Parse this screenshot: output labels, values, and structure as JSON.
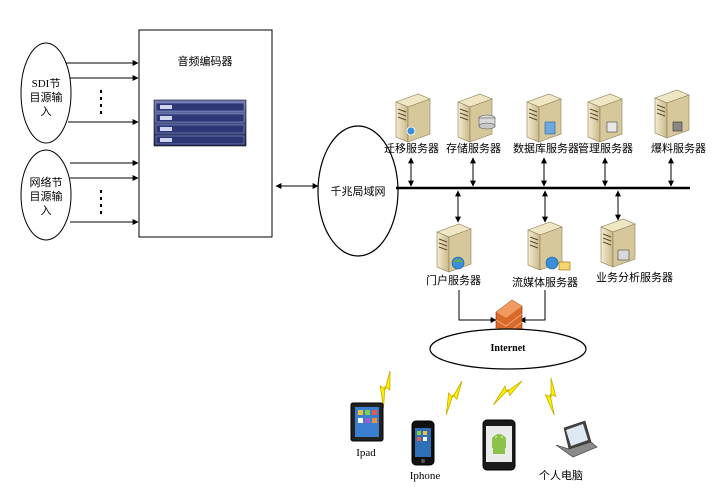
{
  "encoder": {
    "title": "音频编码器"
  },
  "inputs": {
    "sdi": [
      "SDI节",
      "目源输",
      "入"
    ],
    "network": [
      "网络节",
      "目源输",
      "入"
    ]
  },
  "lan": {
    "label": "千兆局域网"
  },
  "servers_top": [
    {
      "id": "migrate",
      "label": "迁移服务器"
    },
    {
      "id": "storage",
      "label": "存储服务器"
    },
    {
      "id": "database",
      "label": "数据库服务器"
    },
    {
      "id": "manage",
      "label": "管理服务器"
    },
    {
      "id": "news",
      "label": "爆料服务器"
    }
  ],
  "servers_bottom": [
    {
      "id": "portal",
      "label": "门户服务器"
    },
    {
      "id": "stream",
      "label": "流媒体服务器"
    },
    {
      "id": "analysis",
      "label": "业务分析服务器"
    }
  ],
  "internet": {
    "label": "Internet"
  },
  "devices": [
    {
      "id": "ipad",
      "label": "Ipad"
    },
    {
      "id": "iphone",
      "label": "Iphone"
    },
    {
      "id": "android",
      "label": ""
    },
    {
      "id": "pc",
      "label": "个人电脑"
    }
  ]
}
